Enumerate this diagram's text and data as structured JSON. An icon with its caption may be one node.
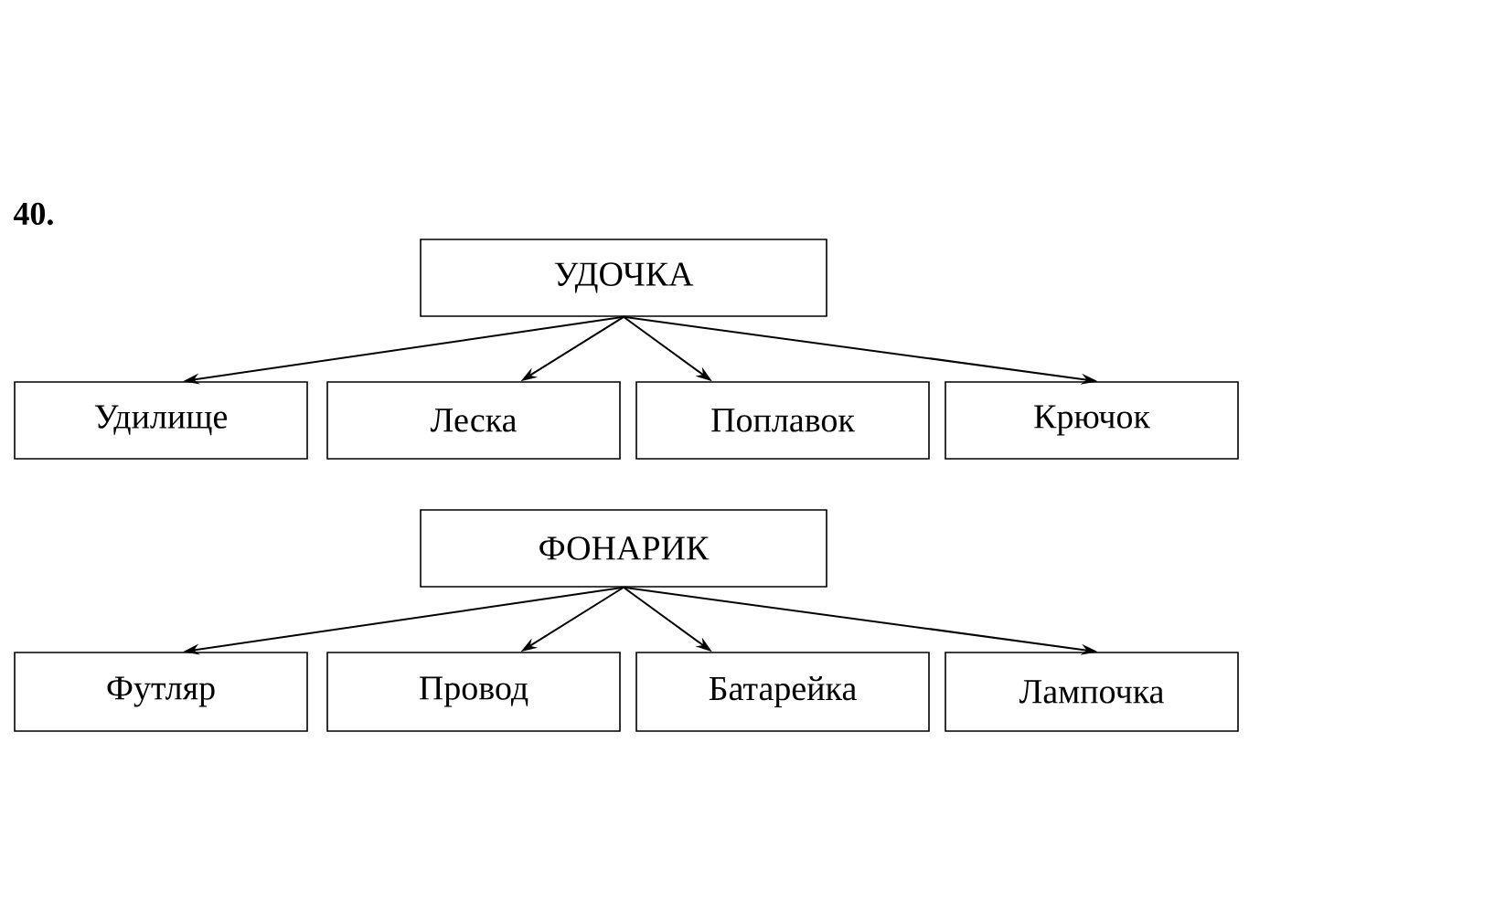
{
  "diagram": {
    "nodes": [
      {
        "text": [
          "УДОЧКА"
        ]
      },
      {
        "text": [
          "Удилище"
        ]
      },
      {
        "text": [
          "Леска"
        ]
      },
      {
        "text": [
          "Поплавок"
        ]
      },
      {
        "text": [
          "Крючок"
        ]
      },
      {
        "text": [
          "ФОНАРИК"
        ]
      },
      {
        "text": [
          "Футляр"
        ]
      },
      {
        "text": [
          "Провод"
        ]
      },
      {
        "text": [
          "Батарейка"
        ]
      },
      {
        "text": [
          "Лампочка"
        ]
      }
    ],
    "edges": [
      {
        "from": 0,
        "to": 1,
        "arrow": "to"
      },
      {
        "from": 0,
        "to": 2,
        "arrow": "to"
      },
      {
        "from": 0,
        "to": 3,
        "arrow": "to"
      },
      {
        "from": 0,
        "to": 4,
        "arrow": "to"
      },
      {
        "from": 5,
        "to": 6,
        "arrow": "to"
      },
      {
        "from": 5,
        "to": 7,
        "arrow": "to"
      },
      {
        "from": 5,
        "to": 8,
        "arrow": "to"
      },
      {
        "from": 5,
        "to": 9,
        "arrow": "to"
      }
    ],
    "labels": [
      "40."
    ]
  }
}
